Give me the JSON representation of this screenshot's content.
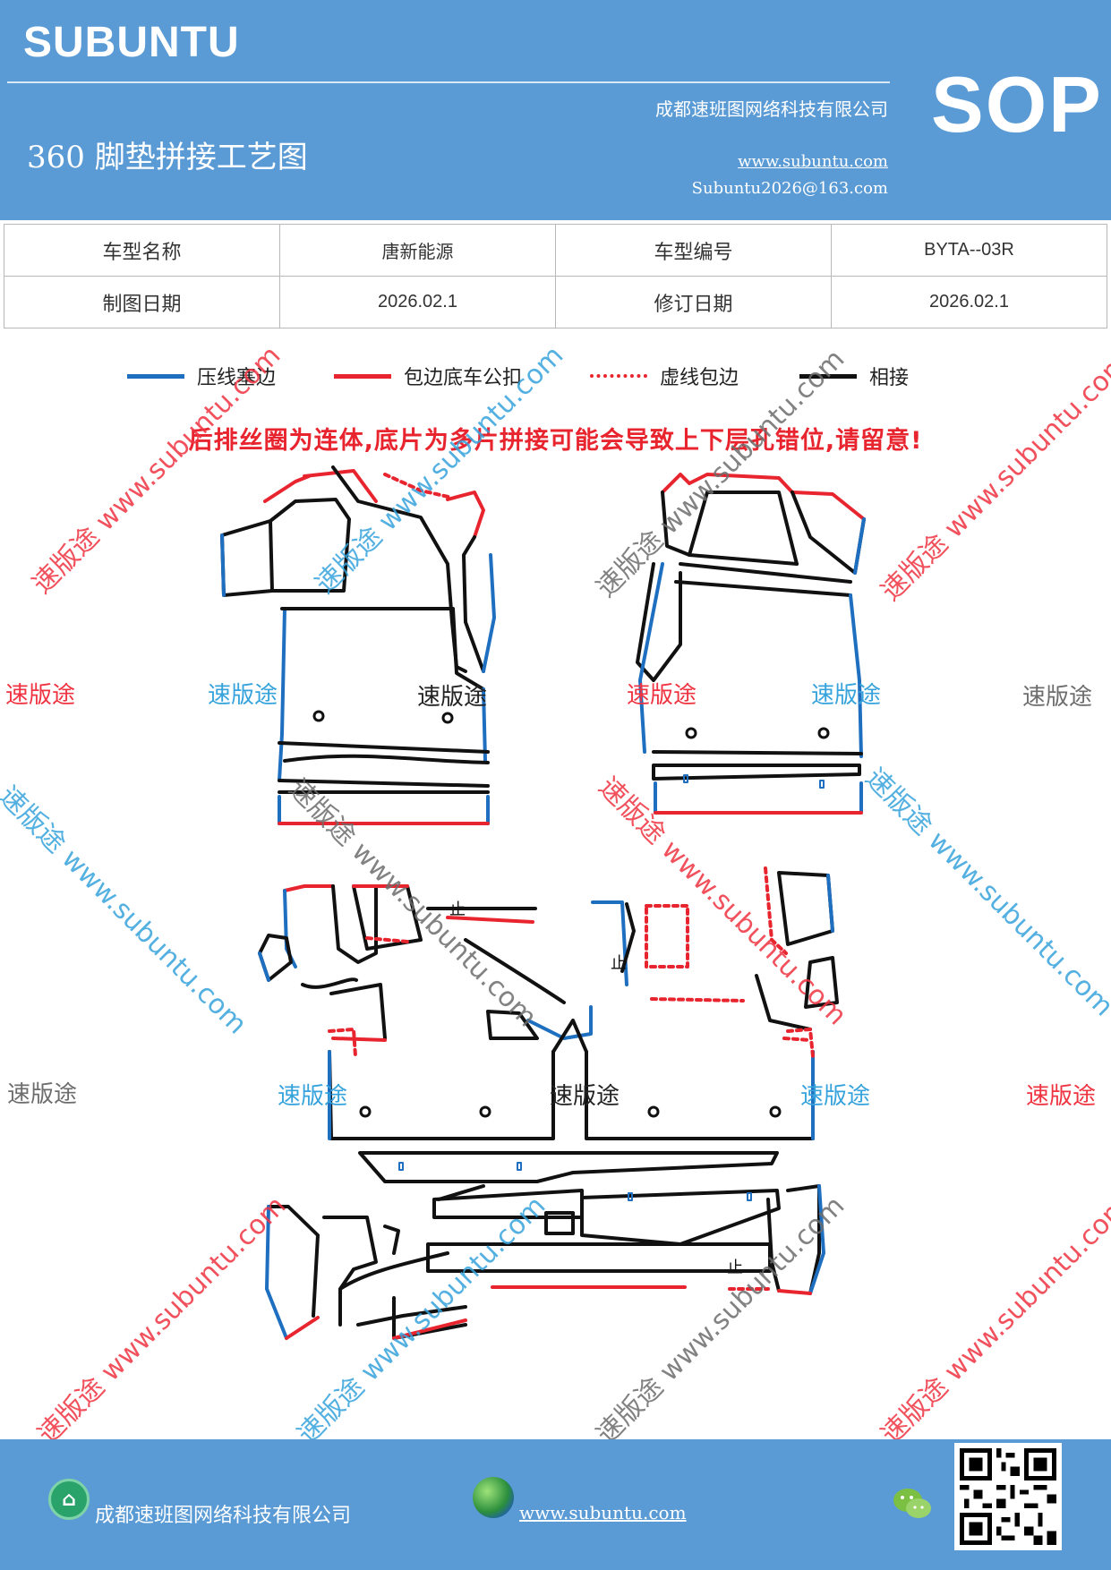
{
  "header": {
    "brand": "SUBUNTU",
    "title": "360 脚垫拼接工艺图",
    "company": "成都速班图网络科技有限公司",
    "website": "www.subuntu.com",
    "email": "Subuntu2026@163.com",
    "badge": "SOP"
  },
  "info": {
    "model_name_label": "车型名称",
    "model_name": "唐新能源",
    "model_code_label": "车型编号",
    "model_code": "BYTA--03R",
    "draw_date_label": "制图日期",
    "draw_date": "2026.02.1",
    "revise_date_label": "修订日期",
    "revise_date": "2026.02.1"
  },
  "legend": [
    {
      "label": "压线塞边",
      "color": "#1f6fc0",
      "style": "solid"
    },
    {
      "label": "包边底车公扣",
      "color": "#e8252f",
      "style": "solid"
    },
    {
      "label": "虚线包边",
      "color": "#e8252f",
      "style": "dotted"
    },
    {
      "label": "相接",
      "color": "#111111",
      "style": "solid"
    }
  ],
  "warning": "后排丝圈为连体,底片为多片拼接可能会导致上下层孔错位,请留意!",
  "watermark": {
    "brand": "速版途",
    "url": "www.subuntu.com",
    "combined": "速版途 www.subuntu.com"
  },
  "diagram_marks": {
    "stop_mark": "止"
  },
  "footer": {
    "company": "成都速班图网络科技有限公司",
    "website": "www.subuntu.com",
    "home_icon": "home-icon",
    "globe_icon": "globe-icon",
    "wechat_icon": "wechat-icon",
    "qr_icon": "qr-code"
  },
  "colors": {
    "header_bg": "#5b9bd5",
    "line_blue": "#1f6fc0",
    "line_red": "#e8252f",
    "line_black": "#111111"
  }
}
